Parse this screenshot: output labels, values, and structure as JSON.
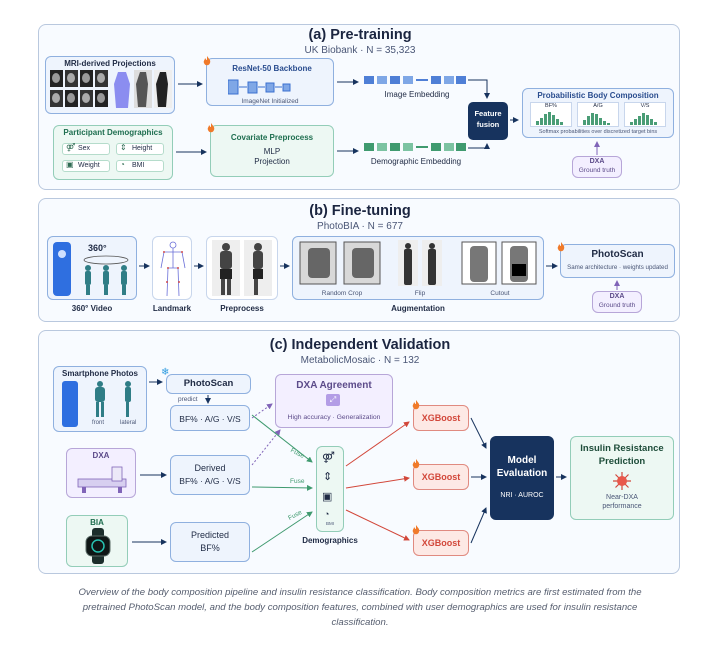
{
  "pretraining": {
    "title": "(a) Pre-training",
    "subtitle": "UK Biobank · N = 35,323",
    "mri_label": "MRI-derived Projections",
    "backbone_title": "ResNet-50 Backbone",
    "backbone_sub": "ImageNet Initialized",
    "image_embedding": "Image Embedding",
    "feature_fusion_1": "Feature",
    "feature_fusion_2": "fusion",
    "pbc_title": "Probabilistic Body Composition",
    "pbc_bf": "BF%",
    "pbc_ag": "A/G",
    "pbc_vs": "V/S",
    "pbc_sub": "Softmax probabilities over discretized target bins",
    "dxa": "DXA",
    "ground_truth": "Ground truth",
    "demo_title": "Participant Demographics",
    "sex": "Sex",
    "height": "Height",
    "weight": "Weight",
    "bmi": "BMI",
    "covariate_title": "Covariate Preprocess",
    "mlp_1": "MLP",
    "mlp_2": "Projection",
    "demo_embedding": "Demographic Embedding"
  },
  "finetuning": {
    "title": "(b) Fine-tuning",
    "subtitle": "PhotoBIA · N = 677",
    "degrees": "360°",
    "video": "360° Video",
    "landmark": "Landmark",
    "preprocess": "Preprocess",
    "random_crop": "Random Crop",
    "flip": "Flip",
    "cutout": "Cutout",
    "augmentation": "Augmentation",
    "photoscan": "PhotoScan",
    "photoscan_sub": "Same architecture · weights updated",
    "dxa": "DXA",
    "ground_truth": "Ground truth"
  },
  "validation": {
    "title": "(c) Independent Validation",
    "subtitle": "MetabolicMosaic · N = 132",
    "smartphone": "Smartphone Photos",
    "front": "front",
    "lateral": "lateral",
    "photoscan": "PhotoScan",
    "predict": "predict",
    "metrics": "BF% · A/G · V/S",
    "dxa_agree_title": "DXA Agreement",
    "dxa_agree_sub": "High accuracy · Generalization",
    "dxa": "DXA",
    "derived_1": "Derived",
    "derived_2": "BF% · A/G · V/S",
    "bia": "BIA",
    "predicted_1": "Predicted",
    "predicted_2": "BF%",
    "fuse": "Fuse",
    "bmi_small": "BMI",
    "demographics": "Demographics",
    "xgboost": "XGBoost",
    "model_eval_1": "Model",
    "model_eval_2": "Evaluation",
    "model_eval_sub": "NRI · AUROC",
    "insulin_1": "Insulin Resistance",
    "insulin_2": "Prediction",
    "insulin_sub_1": "Near-DXA",
    "insulin_sub_2": "performance"
  },
  "caption": {
    "line1": "Overview of the body composition pipeline and insulin resistance classification. Body composition metrics are first estimated from the",
    "line2": "pretrained PhotoScan model, and the body composition features, combined with user demographics are used for insulin resistance",
    "line3": "classification."
  },
  "colors": {
    "navy": "#17335e",
    "blue_accent": "#3a6fd0",
    "green_accent": "#3f9a6f",
    "red_accent": "#d2473a",
    "purple_accent": "#8064b8",
    "flame": "#f07a2a"
  },
  "icons": [
    "flame-icon",
    "sex-icon",
    "height-icon",
    "weight-icon",
    "bmi-icon",
    "snowflake-icon",
    "phone-icon",
    "watch-icon",
    "dxa-scanner-icon",
    "virus-icon",
    "chart-icon"
  ]
}
